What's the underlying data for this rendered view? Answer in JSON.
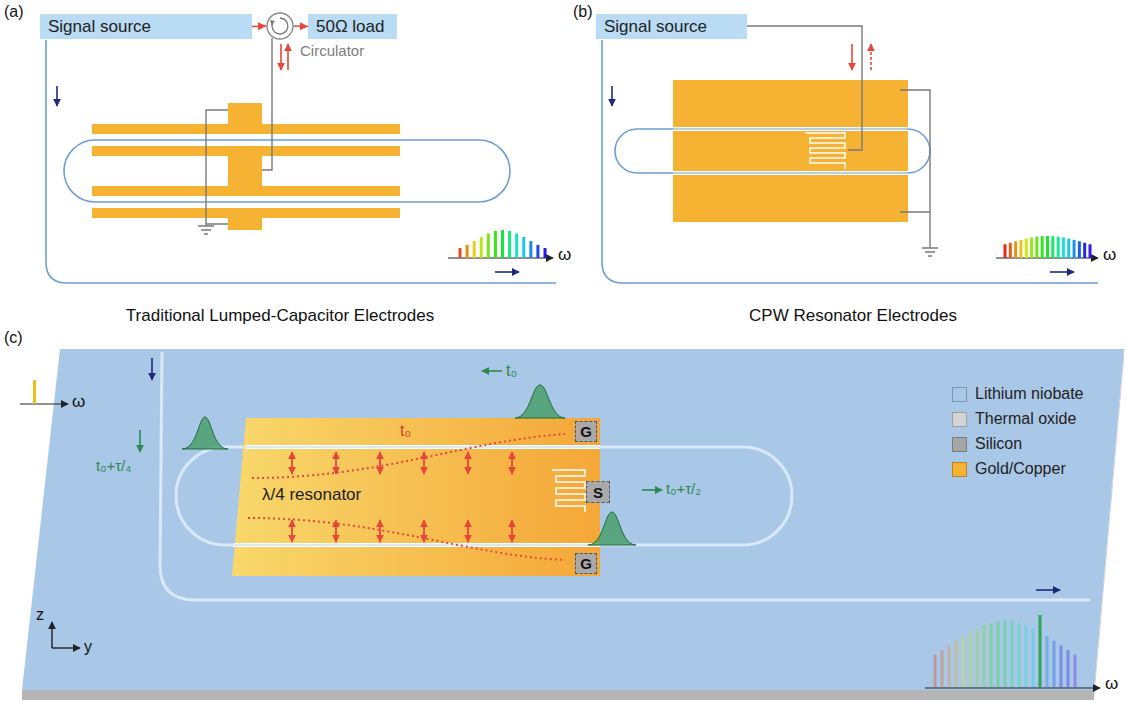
{
  "diagram": {
    "nodes": [
      {
        "text": [
          "Signal source"
        ]
      },
      {
        "text": [
          "Circulator"
        ]
      },
      {
        "text": [
          "50Ω load"
        ]
      },
      {
        "text": [
          "Signal source"
        ]
      },
      {
        "text": [
          "G"
        ]
      },
      {
        "text": [
          "S"
        ]
      },
      {
        "text": [
          "G"
        ]
      }
    ],
    "edges": [
      {
        "from": 0,
        "to": 1,
        "arrow": "to"
      },
      {
        "from": 1,
        "to": 2,
        "arrow": "to"
      }
    ],
    "labels": [
      "(a)",
      "(b)",
      "(c)",
      "Traditional Lumped-Capacitor Electrodes",
      "CPW Resonator Electrodes",
      "ω",
      "ω",
      "ω",
      "ω",
      "t₀",
      "t₀",
      "t₀+τ/₄",
      "t₀+τ/₂",
      "λ/4 resonator",
      "z",
      "y"
    ],
    "legend": [
      {
        "text": "Lithium niobate",
        "color": "#a9c7e6"
      },
      {
        "text": "Thermal oxide",
        "color": "#d4d4d4"
      },
      {
        "text": "Silicon",
        "color": "#a6a6a6"
      },
      {
        "text": "Gold/Copper",
        "color": "#f6b233"
      }
    ]
  }
}
